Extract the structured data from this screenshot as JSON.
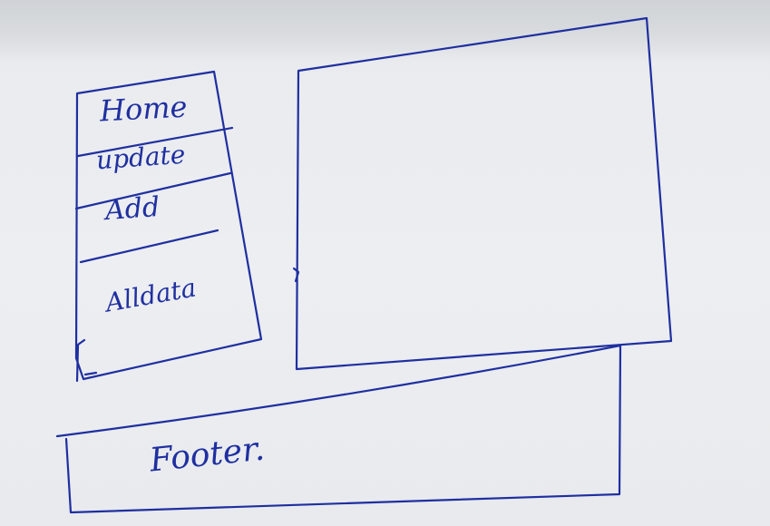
{
  "sidebar": {
    "items": [
      {
        "label": "Home"
      },
      {
        "label": "update"
      },
      {
        "label": "Add"
      },
      {
        "label": "Alldata"
      }
    ]
  },
  "footer": {
    "label": "Footer."
  },
  "colors": {
    "ink": "#1f2fa0",
    "paper": "#eceef1"
  }
}
